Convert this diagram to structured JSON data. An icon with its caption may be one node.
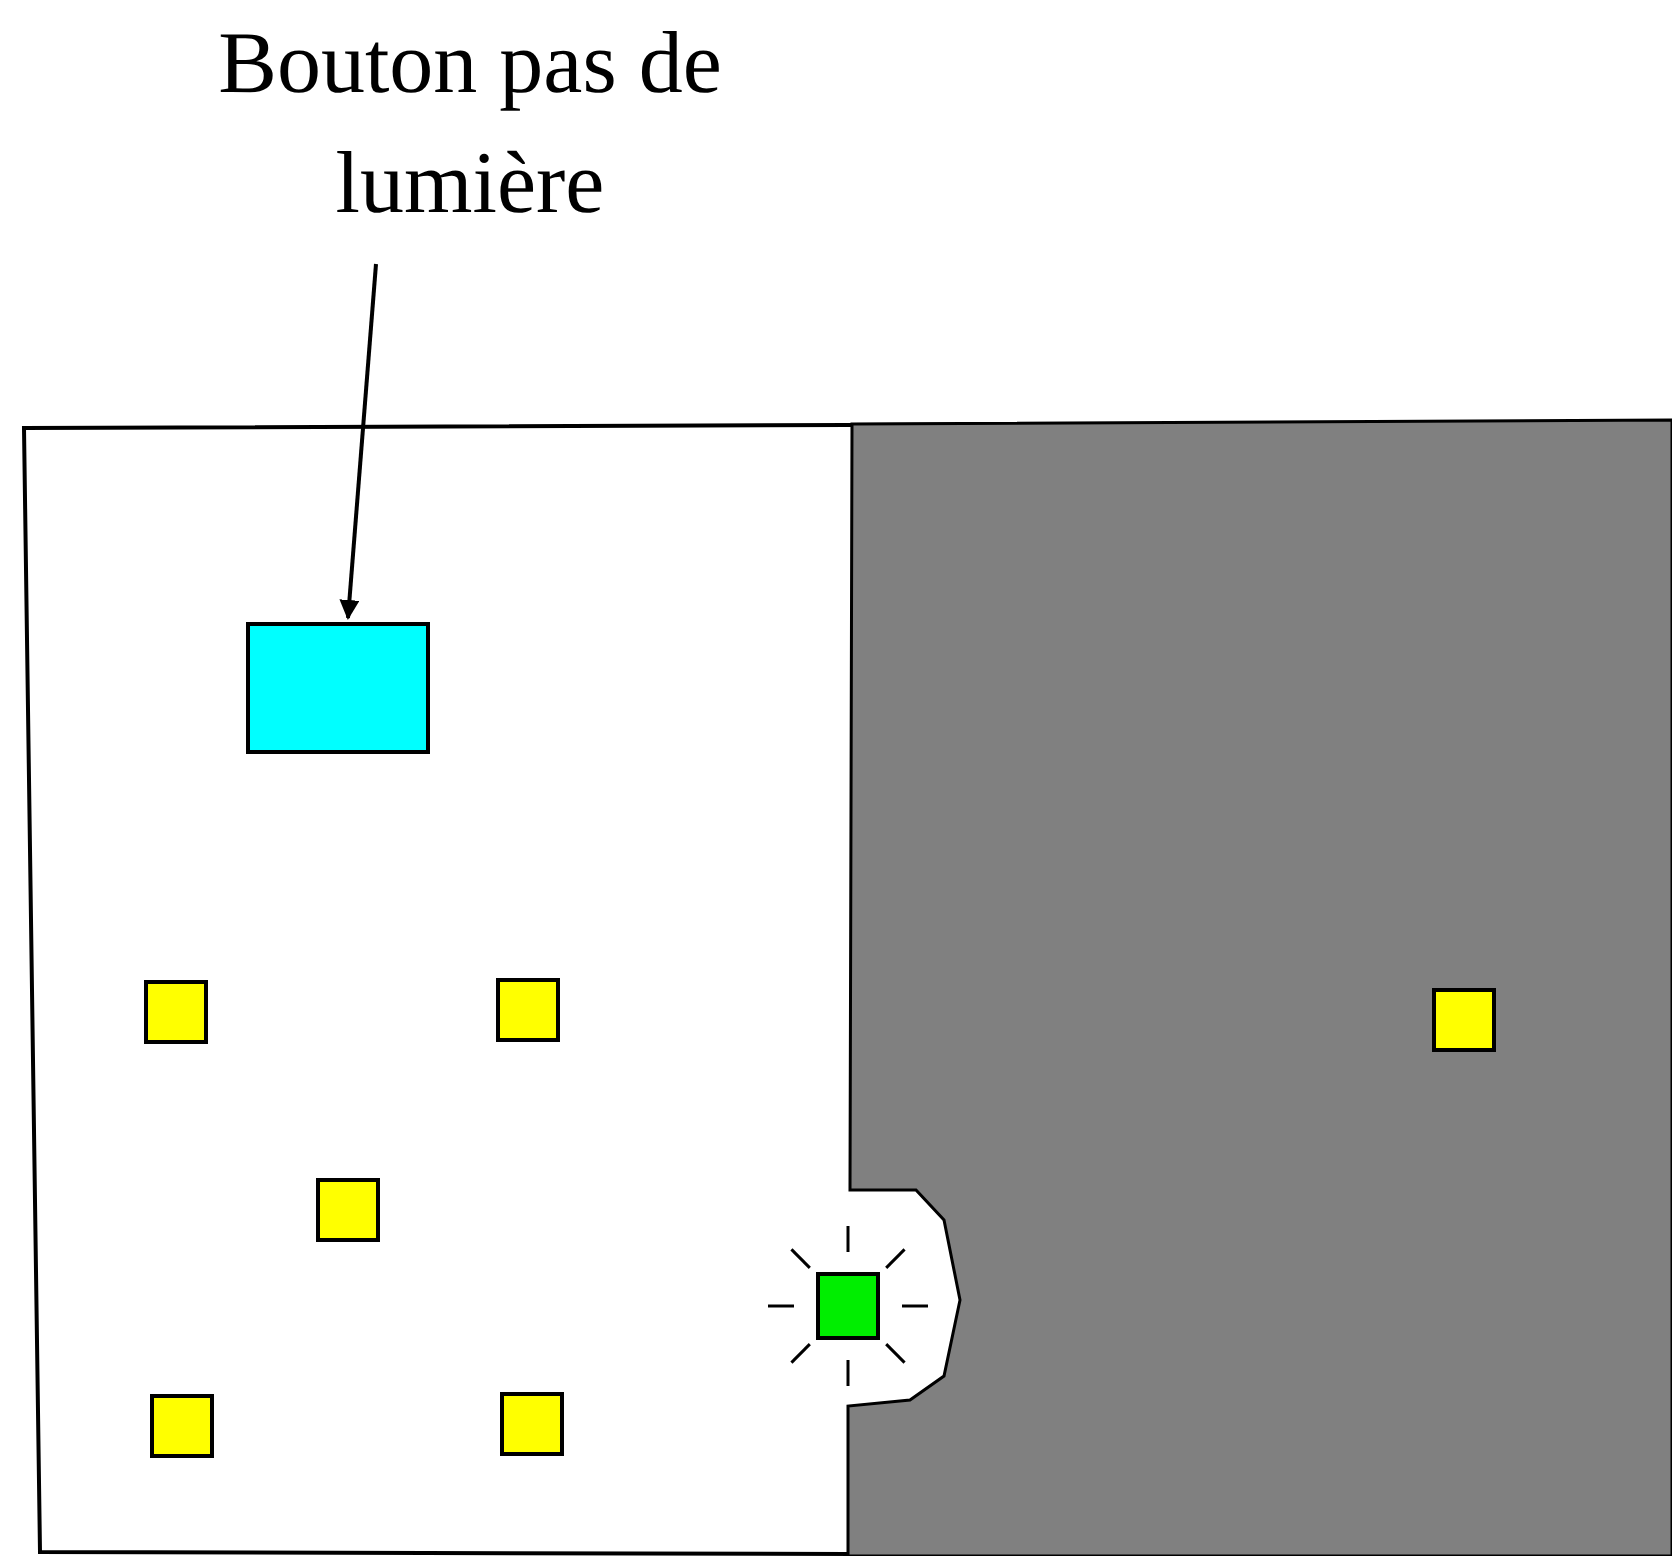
{
  "diagram": {
    "nodes": [
      {
        "text": [
          "Bouton pas de lumière"
        ]
      },
      {
        "text": [],
        "shape": "box"
      }
    ],
    "edges": [
      {
        "from": 0,
        "to": 1,
        "arrow": "to"
      }
    ]
  }
}
